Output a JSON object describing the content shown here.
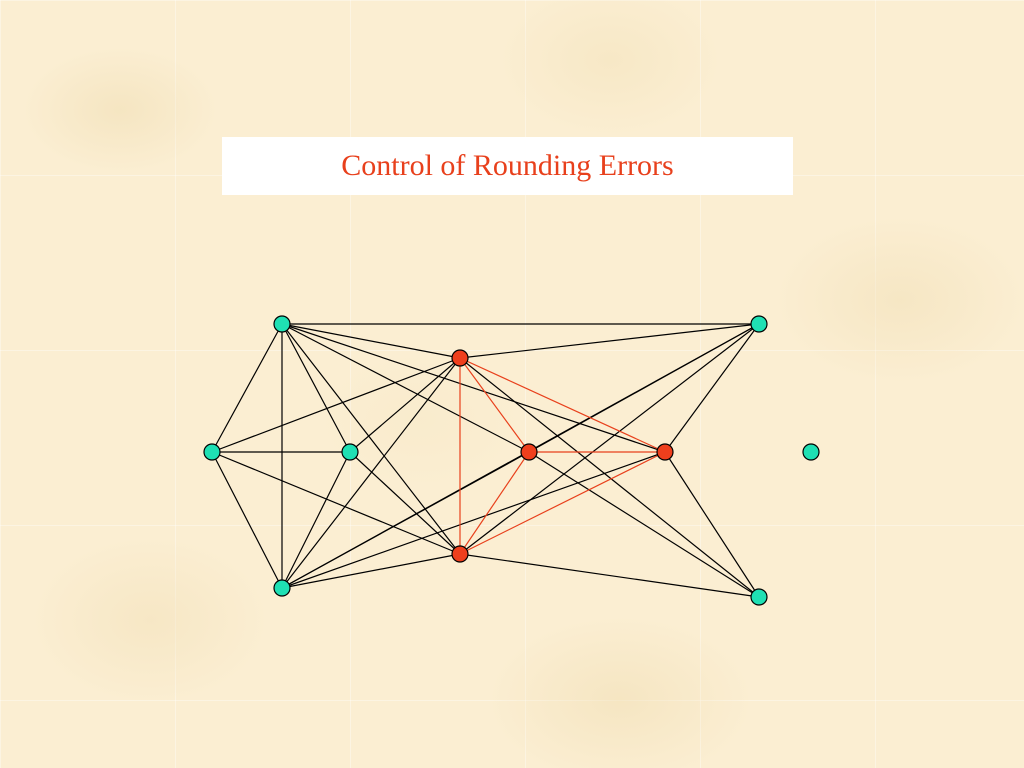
{
  "slide": {
    "title": "Control of Rounding Errors"
  },
  "colors": {
    "title_text": "#e8401c",
    "title_background": "#ffffff",
    "background": "#fbeed2",
    "node_green": "#1fe0b4",
    "node_red": "#ef3f1d",
    "edge_black": "#000000",
    "edge_red": "#e8401c"
  },
  "graph": {
    "nodes": [
      {
        "id": "g-top-left",
        "color": "green"
      },
      {
        "id": "g-left",
        "color": "green"
      },
      {
        "id": "g-mid",
        "color": "green"
      },
      {
        "id": "g-bottom-left",
        "color": "green"
      },
      {
        "id": "r-top",
        "color": "red"
      },
      {
        "id": "r-bottom",
        "color": "red"
      },
      {
        "id": "r-mid",
        "color": "red"
      },
      {
        "id": "r-right",
        "color": "red"
      },
      {
        "id": "g-top-right",
        "color": "green"
      },
      {
        "id": "g-bottom-right",
        "color": "green"
      },
      {
        "id": "g-isolated",
        "color": "green"
      }
    ],
    "edges": [
      {
        "from": "g-top-left",
        "to": "g-left",
        "color": "black"
      },
      {
        "from": "g-top-left",
        "to": "g-mid",
        "color": "black"
      },
      {
        "from": "g-top-left",
        "to": "g-bottom-left",
        "color": "black"
      },
      {
        "from": "g-top-left",
        "to": "r-top",
        "color": "black"
      },
      {
        "from": "g-top-left",
        "to": "r-bottom",
        "color": "black"
      },
      {
        "from": "g-top-left",
        "to": "r-mid",
        "color": "black"
      },
      {
        "from": "g-top-left",
        "to": "r-right",
        "color": "black"
      },
      {
        "from": "g-top-left",
        "to": "g-top-right",
        "color": "black"
      },
      {
        "from": "g-left",
        "to": "g-mid",
        "color": "black"
      },
      {
        "from": "g-left",
        "to": "g-bottom-left",
        "color": "black"
      },
      {
        "from": "g-left",
        "to": "r-top",
        "color": "black"
      },
      {
        "from": "g-left",
        "to": "r-bottom",
        "color": "black"
      },
      {
        "from": "g-mid",
        "to": "g-bottom-left",
        "color": "black"
      },
      {
        "from": "g-mid",
        "to": "r-top",
        "color": "black"
      },
      {
        "from": "g-mid",
        "to": "r-bottom",
        "color": "black"
      },
      {
        "from": "g-bottom-left",
        "to": "r-top",
        "color": "black"
      },
      {
        "from": "g-bottom-left",
        "to": "r-bottom",
        "color": "black"
      },
      {
        "from": "g-bottom-left",
        "to": "r-mid",
        "color": "black"
      },
      {
        "from": "g-bottom-left",
        "to": "r-right",
        "color": "black"
      },
      {
        "from": "g-bottom-left",
        "to": "g-top-right",
        "color": "black"
      },
      {
        "from": "r-top",
        "to": "g-top-right",
        "color": "black"
      },
      {
        "from": "r-top",
        "to": "g-bottom-right",
        "color": "black"
      },
      {
        "from": "r-bottom",
        "to": "g-top-right",
        "color": "black"
      },
      {
        "from": "r-bottom",
        "to": "g-bottom-right",
        "color": "black"
      },
      {
        "from": "r-mid",
        "to": "g-top-right",
        "color": "black"
      },
      {
        "from": "r-mid",
        "to": "g-bottom-right",
        "color": "black"
      },
      {
        "from": "r-right",
        "to": "g-top-right",
        "color": "black"
      },
      {
        "from": "r-right",
        "to": "g-bottom-right",
        "color": "black"
      },
      {
        "from": "r-top",
        "to": "r-bottom",
        "color": "red"
      },
      {
        "from": "r-top",
        "to": "r-mid",
        "color": "red"
      },
      {
        "from": "r-top",
        "to": "r-right",
        "color": "red"
      },
      {
        "from": "r-bottom",
        "to": "r-mid",
        "color": "red"
      },
      {
        "from": "r-bottom",
        "to": "r-right",
        "color": "red"
      },
      {
        "from": "r-mid",
        "to": "r-right",
        "color": "red"
      }
    ]
  }
}
